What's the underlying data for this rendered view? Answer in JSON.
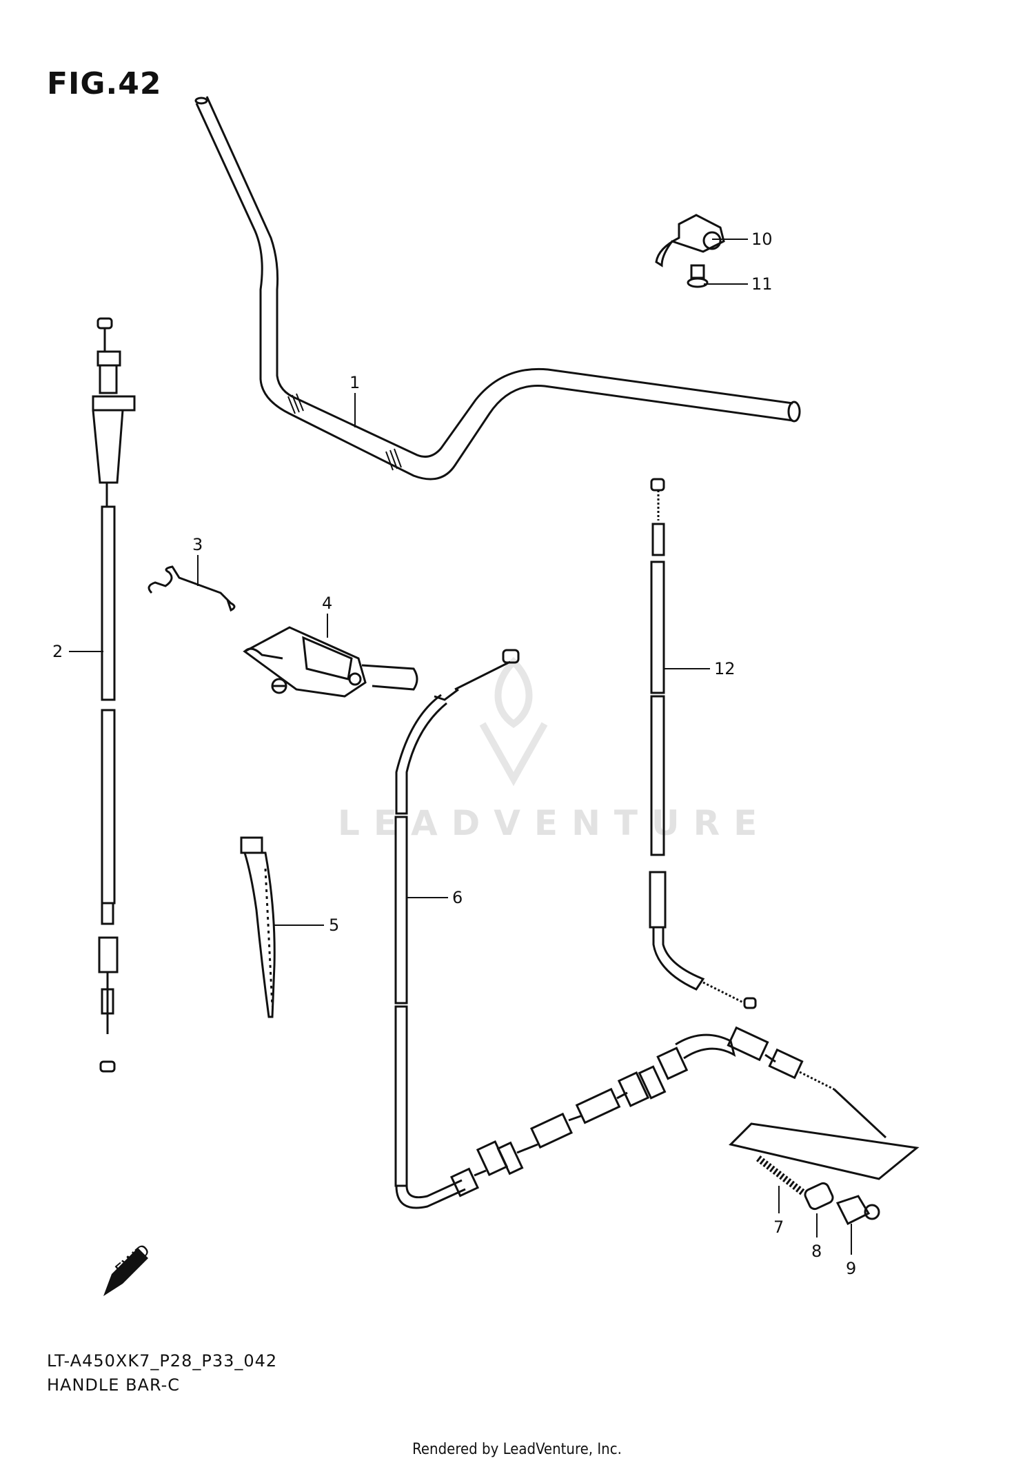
{
  "figure": {
    "title": "FIG.42",
    "model_code": "LT-A450XK7_P28_P33_042",
    "section_name": "HANDLE BAR-C"
  },
  "watermark": "LEADVENTURE",
  "footer": "Rendered by LeadVenture, Inc.",
  "fwd_label": "FWD",
  "callouts": [
    "1",
    "2",
    "3",
    "4",
    "5",
    "6",
    "7",
    "8",
    "9",
    "10",
    "11",
    "12"
  ]
}
